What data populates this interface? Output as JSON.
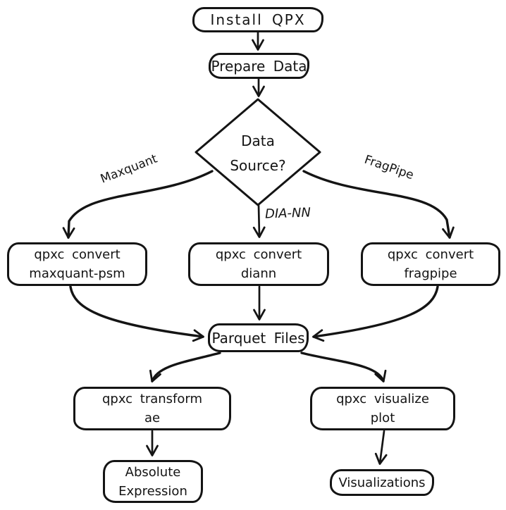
{
  "flowchart": {
    "nodes": {
      "install": {
        "label": "Install QPX"
      },
      "prepare": {
        "label": "Prepare Data"
      },
      "data_source": {
        "lines": [
          "Data",
          "Source?"
        ]
      },
      "convert_maxquant": {
        "lines": [
          "qpxc convert",
          "maxquant-psm"
        ]
      },
      "convert_diann": {
        "lines": [
          "qpxc convert",
          "diann"
        ]
      },
      "convert_fragpipe": {
        "lines": [
          "qpxc convert",
          "fragpipe"
        ]
      },
      "parquet": {
        "label": "Parquet Files"
      },
      "transform_ae": {
        "lines": [
          "qpxc transform",
          "ae"
        ]
      },
      "visualize_plot": {
        "lines": [
          "qpxc visualize",
          "plot"
        ]
      },
      "absolute_expression": {
        "lines": [
          "Absolute",
          "Expression"
        ]
      },
      "visualizations": {
        "label": "Visualizations"
      }
    },
    "edge_labels": {
      "maxquant": "Maxquant",
      "diann": "DIA-NN",
      "fragpipe": "FragPipe"
    },
    "colors": {
      "stroke": "#141414",
      "background": "#ffffff"
    }
  }
}
